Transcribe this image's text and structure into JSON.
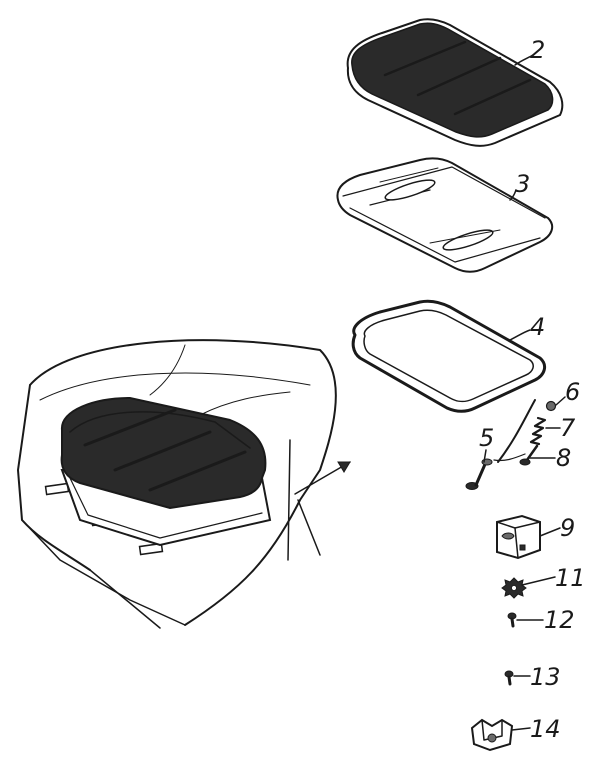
{
  "diagram": {
    "colors": {
      "ink": "#1a1a1a",
      "paper": "#ffffff",
      "shade": "#6a6a6a"
    },
    "callouts": [
      {
        "id": "part-2",
        "number": "2"
      },
      {
        "id": "part-3",
        "number": "3"
      },
      {
        "id": "part-4",
        "number": "4"
      },
      {
        "id": "part-5",
        "number": "5"
      },
      {
        "id": "part-6",
        "number": "6"
      },
      {
        "id": "part-7",
        "number": "7"
      },
      {
        "id": "part-8",
        "number": "8"
      },
      {
        "id": "part-9",
        "number": "9"
      },
      {
        "id": "part-11",
        "number": "11"
      },
      {
        "id": "part-12",
        "number": "12"
      },
      {
        "id": "part-13",
        "number": "13"
      },
      {
        "id": "part-14",
        "number": "14"
      }
    ]
  }
}
